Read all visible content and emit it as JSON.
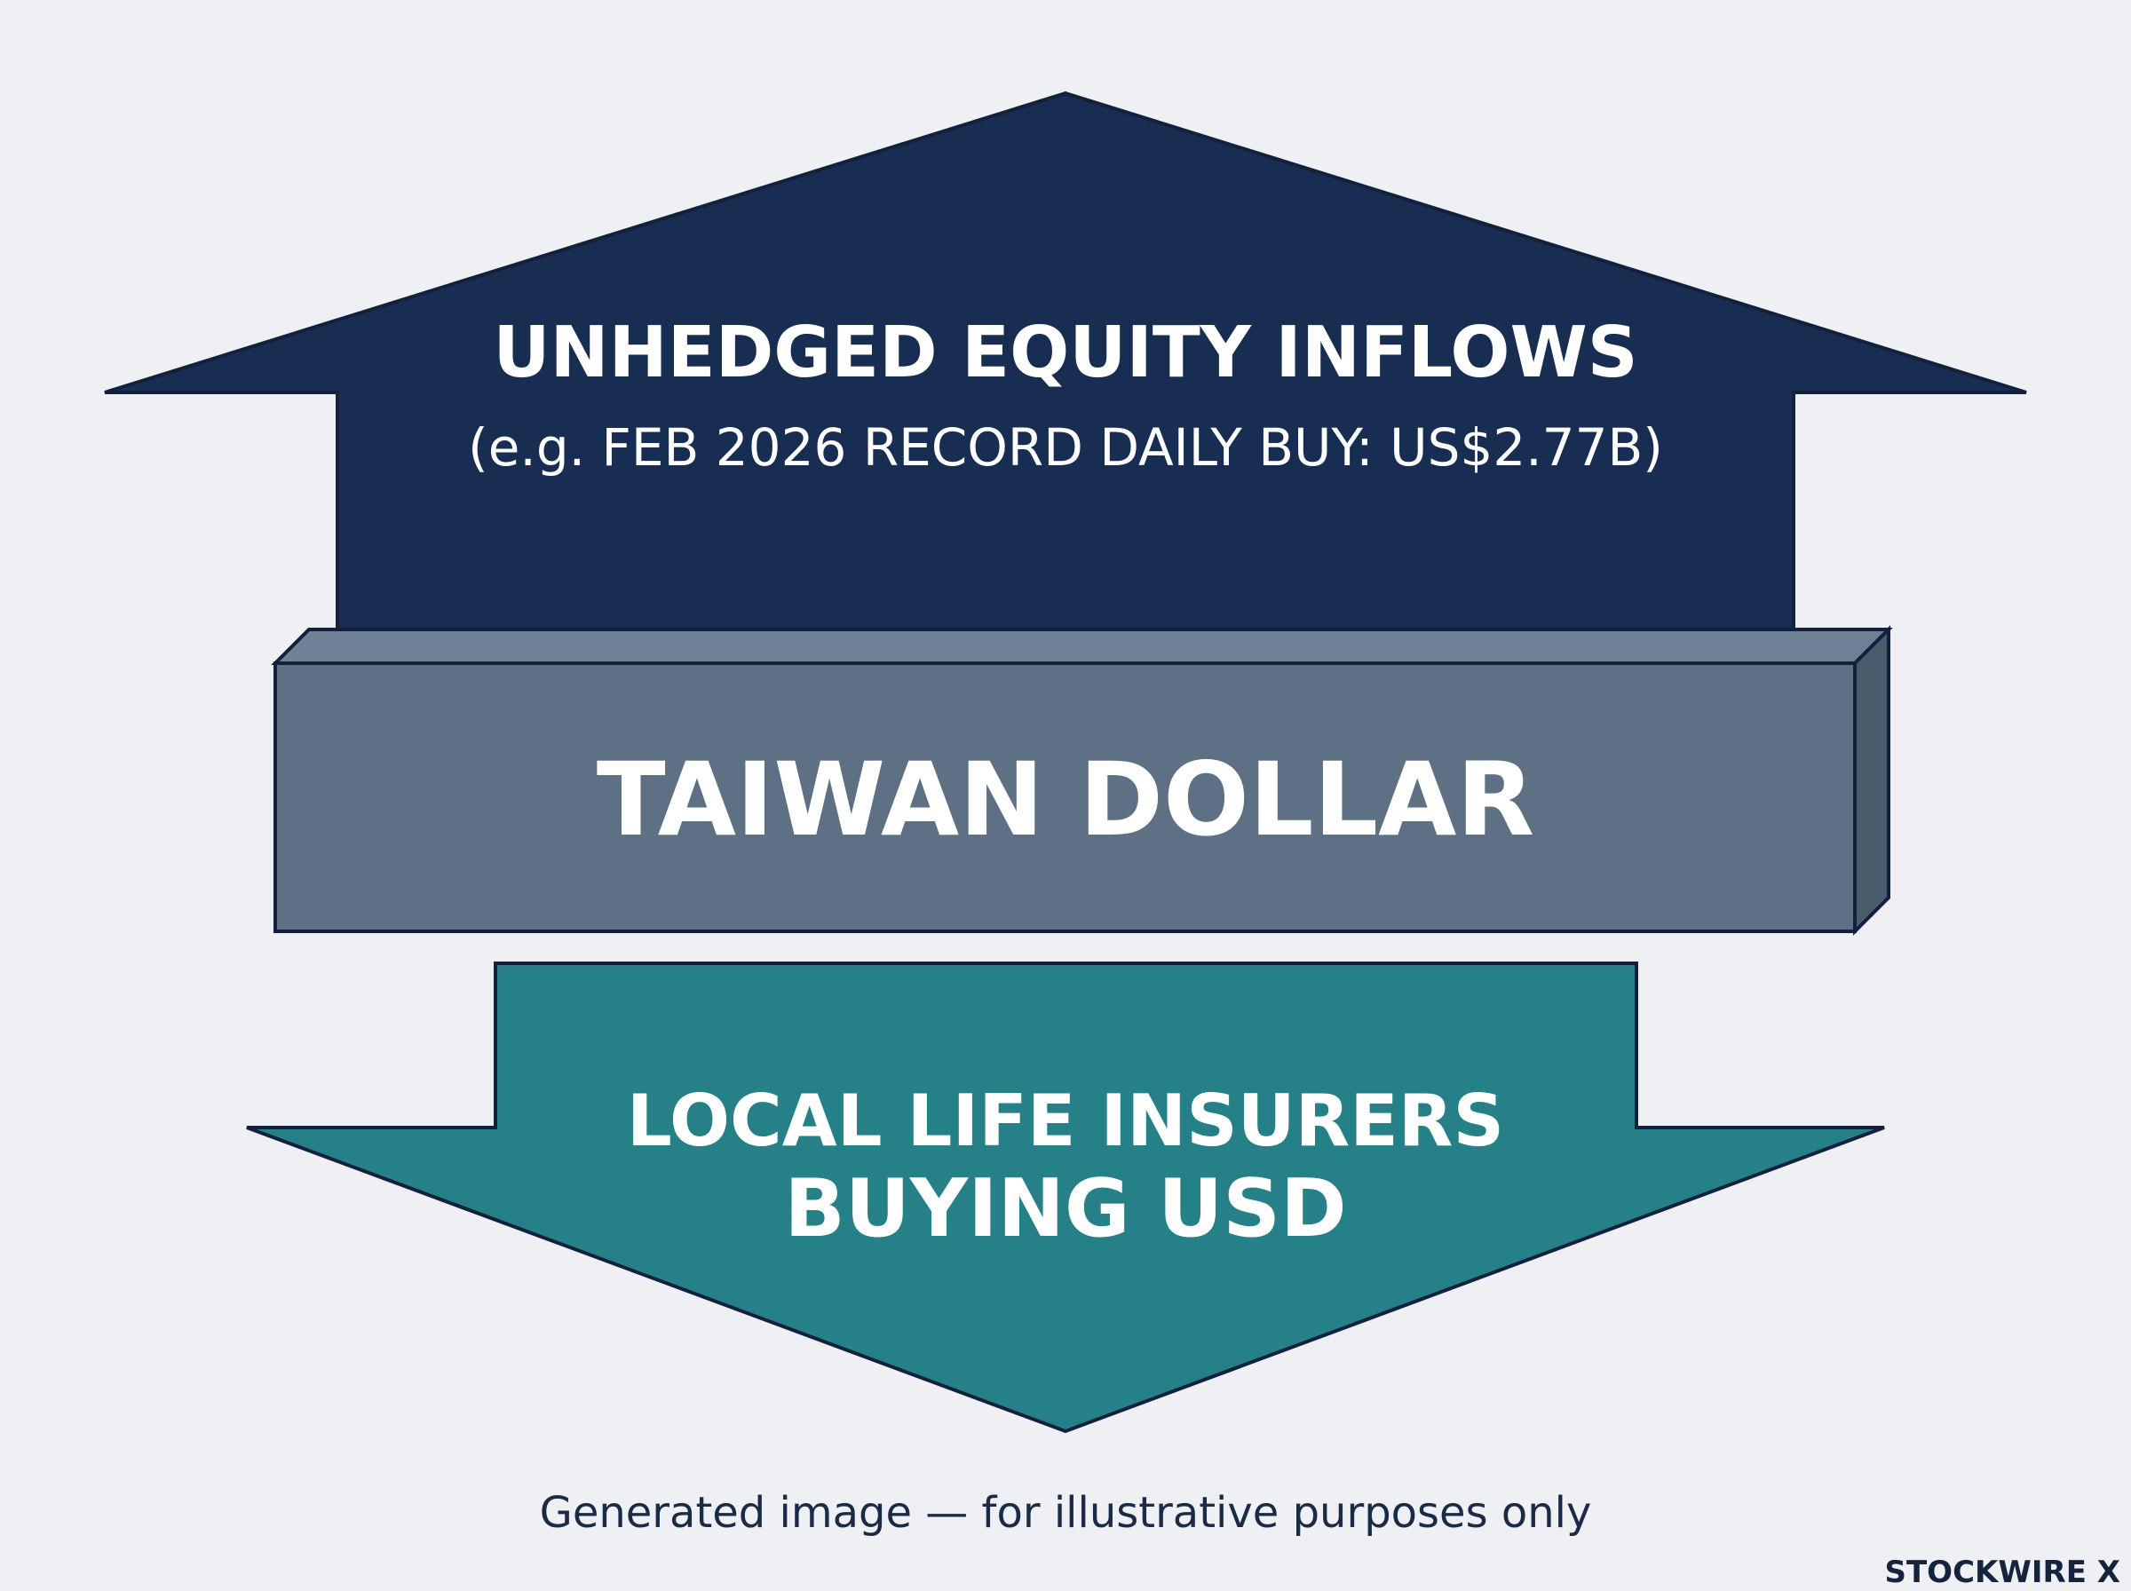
{
  "colors": {
    "background": "#eef0f3",
    "up_arrow": "#172d52",
    "bar_front": "#5e7083",
    "bar_top": "#6f8194",
    "bar_side": "#4b5b6c",
    "down_arrow": "#268087",
    "outline": "#13213e",
    "text": "#ffffff"
  },
  "up_arrow": {
    "title": "UNHEDGED EQUITY INFLOWS",
    "subtitle": "(e.g. FEB 2026 RECORD DAILY BUY: US$2.77B)"
  },
  "center_bar": {
    "label": "TAIWAN DOLLAR"
  },
  "down_arrow": {
    "line1": "LOCAL LIFE INSURERS",
    "line2": "BUYING USD"
  },
  "footer": {
    "note": "Generated image — for illustrative purposes only",
    "brand": "STOCKWIRE X"
  }
}
